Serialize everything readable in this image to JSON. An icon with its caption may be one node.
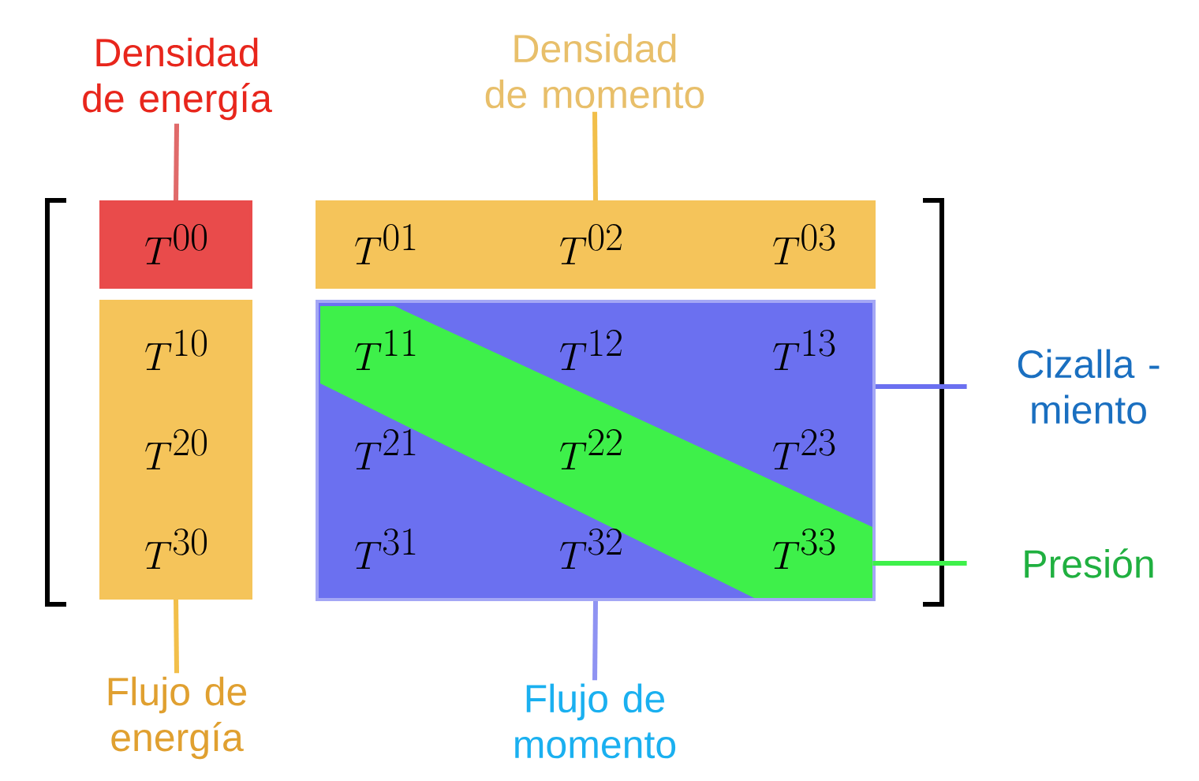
{
  "diagram": {
    "nodes": [
      {
        "text": [
          "Densidad de energía"
        ]
      },
      {
        "text": [
          "Densidad de momento"
        ]
      },
      {
        "text": [
          "T^{00}"
        ]
      },
      {
        "text": [
          "T^{01}",
          "T^{02}",
          "T^{03}"
        ]
      },
      {
        "text": [
          "T^{10}",
          "T^{20}",
          "T^{30}"
        ]
      },
      {
        "text": [
          "T^{12}",
          "T^{13}",
          "T^{21}",
          "T^{23}",
          "T^{31}",
          "T^{32}"
        ]
      },
      {
        "text": [
          "T^{11}",
          "T^{22}",
          "T^{33}"
        ],
        "in": 5
      },
      {
        "text": [
          "Cizalla - miento"
        ]
      },
      {
        "text": [
          "Presión"
        ]
      },
      {
        "text": [
          "Flujo de energía"
        ]
      },
      {
        "text": [
          "Flujo de momento"
        ]
      }
    ],
    "edges": [
      {
        "from": 0,
        "to": 2,
        "arrow": "none",
        "color": "#e06a6a"
      },
      {
        "from": 1,
        "to": 3,
        "arrow": "none",
        "color": "#f2bf4a"
      },
      {
        "from": 5,
        "to": 7,
        "arrow": "none",
        "color": "#6b70f0"
      },
      {
        "from": 6,
        "to": 8,
        "arrow": "none",
        "color": "#3ef04a"
      },
      {
        "from": 4,
        "to": 9,
        "arrow": "none",
        "color": "#f2bf4a"
      },
      {
        "from": 5,
        "to": 10,
        "arrow": "none",
        "color": "#8f93f2"
      }
    ]
  }
}
